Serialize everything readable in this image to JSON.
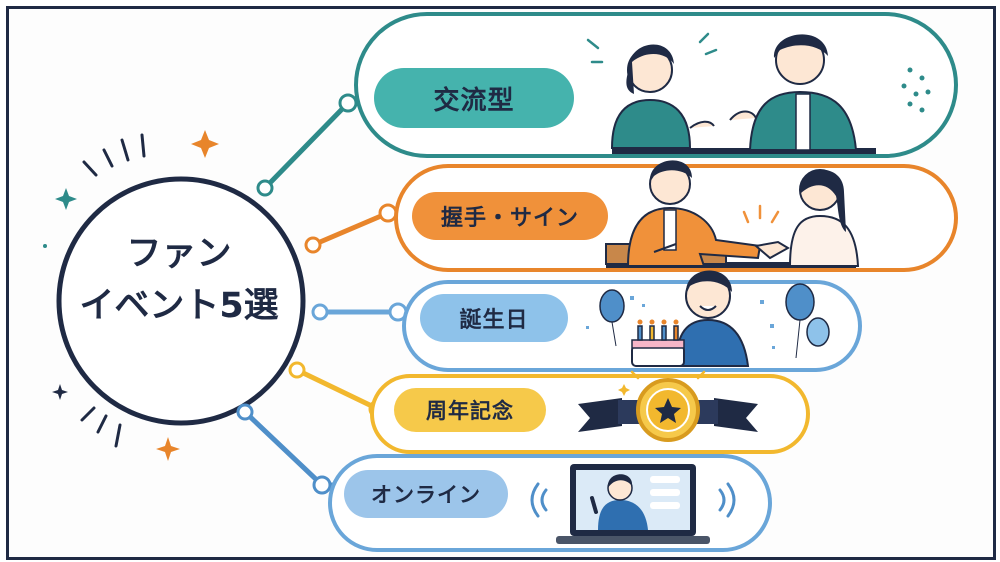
{
  "hub": {
    "line1": "ファン",
    "line2": "イベント5選"
  },
  "events": [
    {
      "label": "交流型",
      "color": "#2e8b8a",
      "pill_bg": "#45b3ad"
    },
    {
      "label": "握手・サイン",
      "color": "#e8852b",
      "pill_bg": "#f0913a"
    },
    {
      "label": "誕生日",
      "color": "#6aa6d9",
      "pill_bg": "#8ec2ea"
    },
    {
      "label": "周年記念",
      "color": "#f2b82e",
      "pill_bg": "#f6c94a"
    },
    {
      "label": "オンライン",
      "color": "#4f8fc9",
      "pill_bg": "#9cc5ea"
    }
  ],
  "colors": {
    "navy": "#1f2a44",
    "orange_accent": "#e8852b",
    "teal_accent": "#2e8b8a"
  }
}
